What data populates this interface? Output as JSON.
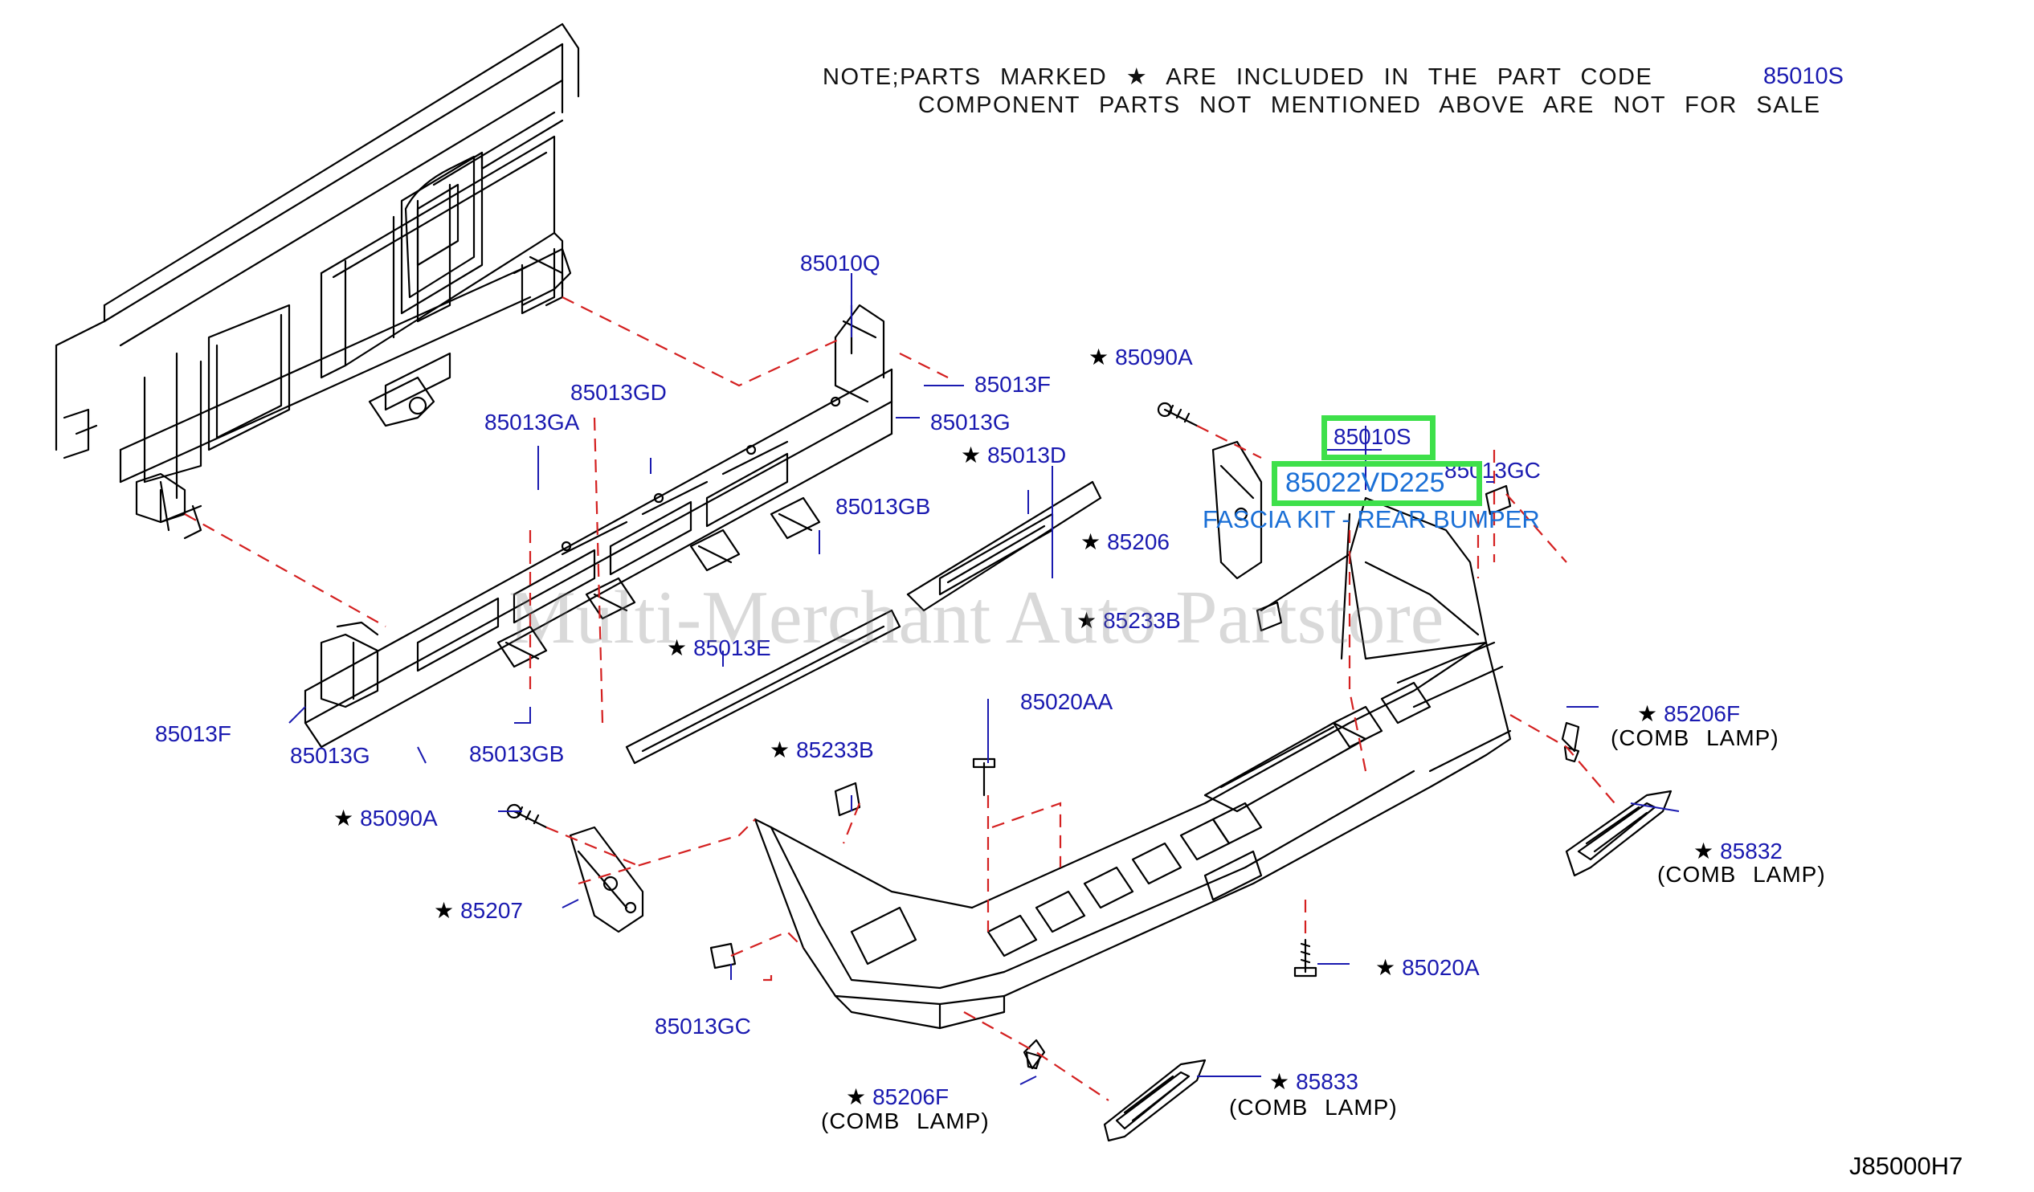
{
  "note": {
    "line1": "NOTE;PARTS MARKED ★ ARE INCLUDED IN THE PART CODE",
    "line1_code": "85010S",
    "line2": "COMPONENT PARTS NOT MENTIONED ABOVE ARE NOT FOR SALE"
  },
  "labels": [
    {
      "id": "85010Q",
      "text": "85010Q",
      "star": false
    },
    {
      "id": "85013GD",
      "text": "85013GD",
      "star": false
    },
    {
      "id": "85013F_top",
      "text": "85013F",
      "star": false
    },
    {
      "id": "85013GA",
      "text": "85013GA",
      "star": false
    },
    {
      "id": "85013G_top",
      "text": "85013G",
      "star": false
    },
    {
      "id": "85013D",
      "text": "85013D",
      "star": true
    },
    {
      "id": "85013GB_top",
      "text": "85013GB",
      "star": false
    },
    {
      "id": "85090A_top",
      "text": "85090A",
      "star": true
    },
    {
      "id": "85013GC_right",
      "text": "85013GC",
      "star": false
    },
    {
      "id": "85206",
      "text": "85206",
      "star": true
    },
    {
      "id": "85233B_top",
      "text": "85233B",
      "star": true
    },
    {
      "id": "85013E",
      "text": "85013E",
      "star": true
    },
    {
      "id": "85013F_left",
      "text": "85013F",
      "star": false
    },
    {
      "id": "85013G_left",
      "text": "85013G",
      "star": false
    },
    {
      "id": "85013GB_left",
      "text": "85013GB",
      "star": false
    },
    {
      "id": "85020AA",
      "text": "85020AA",
      "star": false
    },
    {
      "id": "85233B_mid",
      "text": "85233B",
      "star": true
    },
    {
      "id": "85090A_left",
      "text": "85090A",
      "star": true
    },
    {
      "id": "85207",
      "text": "85207",
      "star": true
    },
    {
      "id": "85013GC_left",
      "text": "85013GC",
      "star": false
    },
    {
      "id": "85206F_right",
      "text": "85206F",
      "star": true
    },
    {
      "id": "85832",
      "text": "85832",
      "star": true
    },
    {
      "id": "85020A",
      "text": "85020A",
      "star": true
    },
    {
      "id": "85206F_bottom",
      "text": "85206F",
      "star": true
    },
    {
      "id": "85833",
      "text": "85833",
      "star": true
    }
  ],
  "sublabels": [
    {
      "id": "comb_lamp_1",
      "text": "(COMB LAMP)"
    },
    {
      "id": "comb_lamp_2",
      "text": "(COMB LAMP)"
    },
    {
      "id": "comb_lamp_3",
      "text": "(COMB LAMP)"
    },
    {
      "id": "comb_lamp_4",
      "text": "(COMB LAMP)"
    }
  ],
  "highlight": {
    "part_code": "85010S",
    "part_number": "85022VD225",
    "description": "FASCIA KIT - REAR BUMPER",
    "color": "#3ee04a"
  },
  "watermark": "Multi-Merchant Auto Partstore",
  "diagram_code": "J85000H7",
  "colors": {
    "label": "#1a1ab0",
    "overlay": "#1a6fd6",
    "leader": "#1a1ab0",
    "dashed": "#d42020",
    "line": "#000000"
  }
}
